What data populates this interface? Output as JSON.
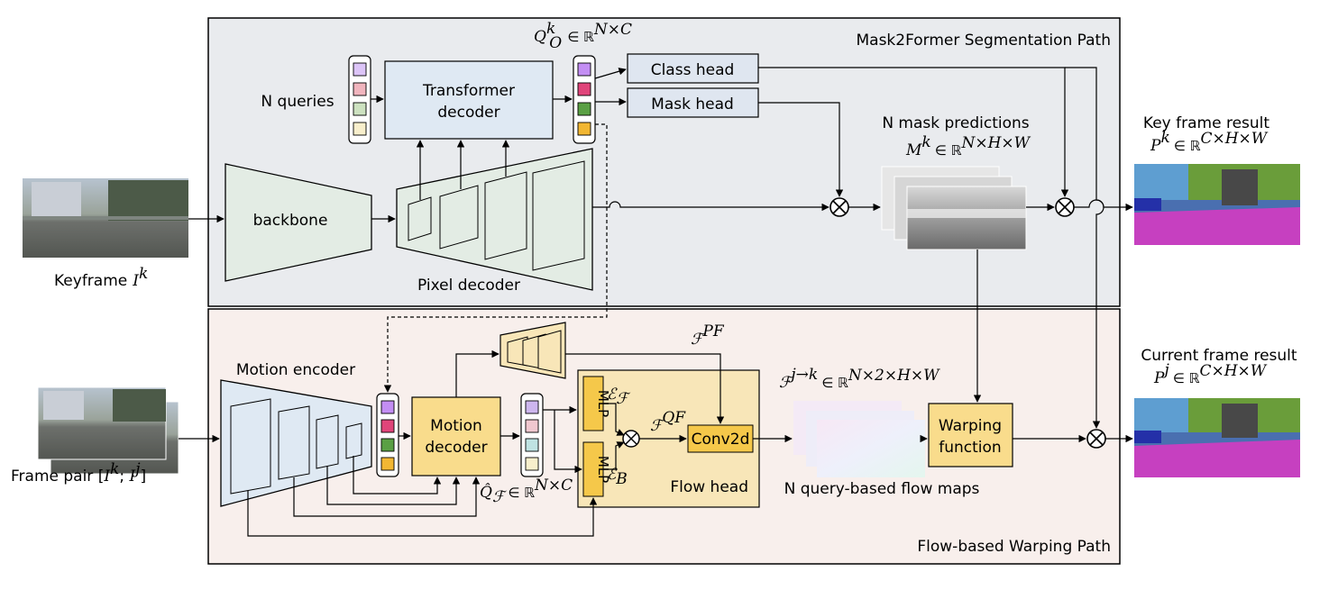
{
  "paths": {
    "segmentation_title": "Mask2Former Segmentation Path",
    "warping_title": "Flow-based Warping Path"
  },
  "segmentation": {
    "n_queries_label": "N queries",
    "transformer_decoder_line1": "Transformer",
    "transformer_decoder_line2": "decoder",
    "queries_out_label": "Q",
    "queries_out_sup": "k",
    "queries_out_sub": "O",
    "queries_out_dims": "∈ ℝ",
    "queries_out_exp": "N×C",
    "class_head_label": "Class head",
    "mask_head_label": "Mask head",
    "backbone_label": "backbone",
    "pixel_decoder_label": "Pixel decoder",
    "mask_predictions_label": "N mask predictions",
    "mask_predictions_math": "M",
    "mask_predictions_sup": "k",
    "mask_predictions_dims": "∈ ℝ",
    "mask_predictions_exp": "N×H×W",
    "multiply_symbol": "⊗"
  },
  "inputs": {
    "keyframe_label": "Keyframe",
    "keyframe_math": "I",
    "keyframe_sup": "k",
    "framepair_label": "Frame pair [",
    "framepair_i1": "I",
    "framepair_sup1": "k",
    "framepair_sep": "; ",
    "framepair_i2": "I",
    "framepair_sup2": "j",
    "framepair_close": "]"
  },
  "outputs": {
    "keyframe_result_label": "Key frame result",
    "keyframe_result_math": "P",
    "keyframe_result_sup": "k",
    "keyframe_result_dims": "∈ ℝ",
    "keyframe_result_exp": "C×H×W",
    "current_result_label": "Current frame result",
    "current_result_math": "P",
    "current_result_sup": "j",
    "current_result_dims": "∈ ℝ",
    "current_result_exp": "C×H×W"
  },
  "warping": {
    "motion_encoder_label": "Motion encoder",
    "motion_decoder_line1": "Motion",
    "motion_decoder_line2": "decoder",
    "flow_queries_math": "Q̂",
    "flow_queries_sub": "ℱ",
    "flow_queries_dims": "∈ ℝ",
    "flow_queries_exp": "N×C",
    "pf_math": "ℱ",
    "pf_sup": "PF",
    "qf_math": "ℱ",
    "qf_sup": "QF",
    "ef_math": "ℰ",
    "ef_sub": "ℱ",
    "eb_math": "ℰ",
    "eb_sub": "B",
    "mlp_label": "MLP",
    "conv2d_label": "Conv2d",
    "flow_head_label": "Flow head",
    "flow_maps_math": "ℱ",
    "flow_maps_sup": "j→k",
    "flow_maps_dims": "∈ ℝ",
    "flow_maps_exp": "N×2×H×W",
    "flow_maps_label": "N query-based flow maps",
    "warping_function_line1": "Warping",
    "warping_function_line2": "function"
  },
  "colors": {
    "seg_bg": "#e9ebee",
    "warp_bg": "#f8efec",
    "transformer_fill": "#dfe9f3",
    "head_fill": "#dfe6f0",
    "backbone_fill": "#e3ece4",
    "motion_enc_fill": "#dfe9f3",
    "yellow": "#f9dc8c",
    "flowhead_fill": "#f8e6b8",
    "mlp_fill": "#f5c84a",
    "query_colors": [
      "#c38ef3",
      "#e0457a",
      "#5aa044",
      "#f2b733"
    ],
    "query_colors_in": [
      "#dcc4f7",
      "#f1b5be",
      "#cde2c0",
      "#f8efcc"
    ],
    "flow_query_colors": [
      "#cdb6ee",
      "#f0c7cf",
      "#bfe3e3",
      "#f8efcc"
    ]
  }
}
